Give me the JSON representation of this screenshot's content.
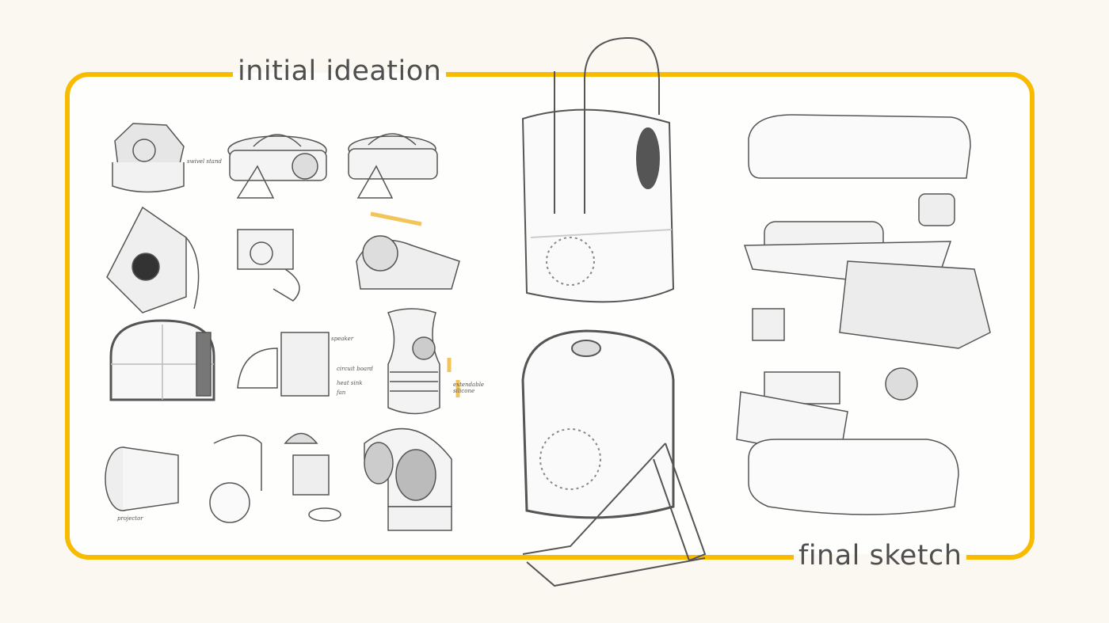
{
  "titles": {
    "initial": "initial ideation",
    "final": "final sketch"
  },
  "annotations": {
    "swivel": "swivel stand",
    "extendable": "extendable silicone",
    "speaker": "speaker",
    "projector": "projector",
    "circuit": "circuit board",
    "heatsink": "heat sink",
    "fan": "fan"
  },
  "colors": {
    "accent": "#f8bb00",
    "background": "#faf8f1",
    "text": "#4f4f4f"
  }
}
